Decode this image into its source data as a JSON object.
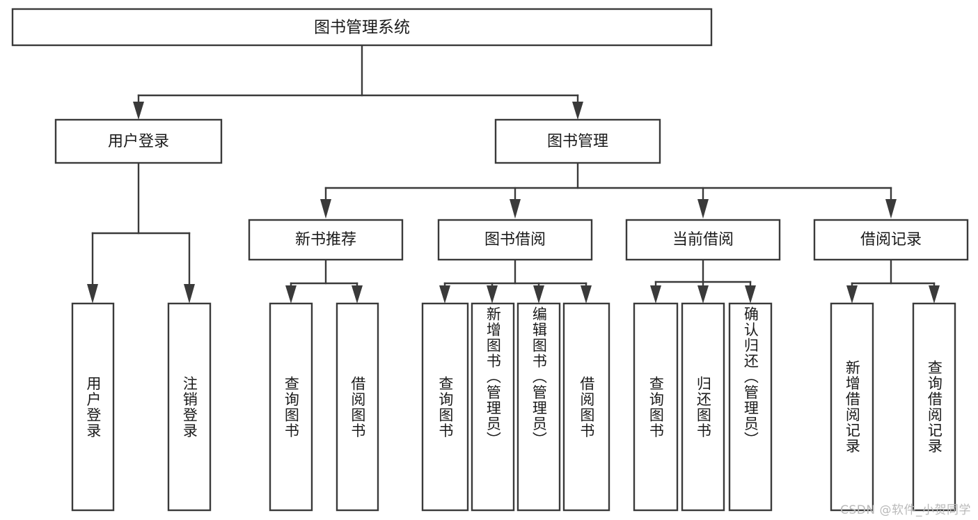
{
  "diagram": {
    "title": "图书管理系统",
    "type": "tree-hierarchy-chart",
    "watermark": "CSDN @软件_小贺同学",
    "root": {
      "label": "图书管理系统"
    },
    "level2": [
      {
        "label": "用户登录"
      },
      {
        "label": "图书管理"
      }
    ],
    "level3": [
      {
        "label": "新书推荐"
      },
      {
        "label": "图书借阅"
      },
      {
        "label": "当前借阅"
      },
      {
        "label": "借阅记录"
      }
    ],
    "leaves": [
      {
        "label": "用户登录"
      },
      {
        "label": "注销登录"
      },
      {
        "label": "查询图书"
      },
      {
        "label": "借阅图书"
      },
      {
        "label": "查询图书"
      },
      {
        "label": "新增图书（管理员）"
      },
      {
        "label": "编辑图书（管理员）"
      },
      {
        "label": "借阅图书"
      },
      {
        "label": "查询图书"
      },
      {
        "label": "归还图书"
      },
      {
        "label": "确认归还（管理员）"
      },
      {
        "label": "新增借阅记录"
      },
      {
        "label": "查询借阅记录"
      }
    ],
    "colors": {
      "stroke": "#3a3a3a",
      "fill": "#ffffff",
      "text": "#1a1a1a",
      "watermark": "#b9b9b9",
      "background": "#ffffff"
    }
  }
}
